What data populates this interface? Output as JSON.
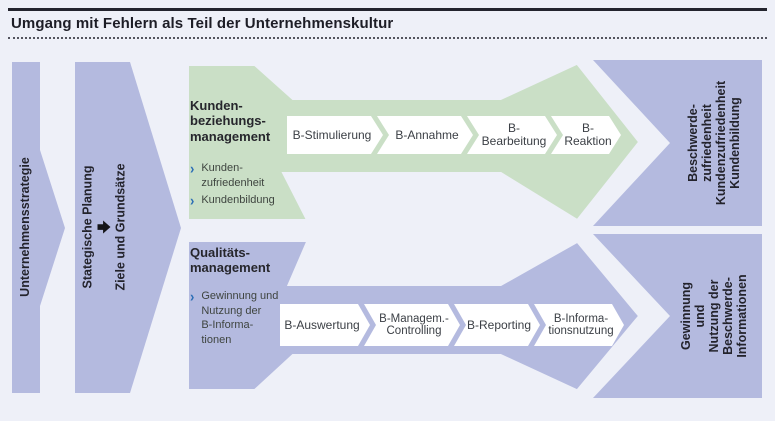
{
  "header": {
    "title": "Umgang mit Fehlern als Teil der Unternehmenskultur"
  },
  "left_bars": {
    "strategy": "Unternehmensstrategie",
    "planning": "Stategische Planung",
    "goals": "Ziele und Grundsätze"
  },
  "crm": {
    "title": "Kunden-\nbeziehungs-\nmanagement",
    "bullet1": "Kunden-\nzufriedenheit",
    "bullet2": "Kundenbildung",
    "steps": [
      "B-Stimulierung",
      "B-Annahme",
      "B-Bearbeitung",
      "B-Reaktion"
    ]
  },
  "qm": {
    "title": "Qualitäts-\nmanagement",
    "bullet1": "Gewinnung und\nNutzung der\nB-Informa-\ntionen",
    "steps": [
      "B-Auswertung",
      "B-Managem.-\nControlling",
      "B-Reporting",
      "B-Informa-\ntionsnutzung"
    ]
  },
  "outcomes": {
    "customer": "Beschwerde-\nzufriedenheit\nKundenzufriedenheit\nKundenbildung",
    "information": "Gewinnung und\nNutzung der\nBeschwerde-\nInformationen"
  },
  "icons": {
    "bullet_chevron": "›"
  },
  "colors": {
    "background": "#eef0f8",
    "purple": "#b4badf",
    "green": "#cadfc6",
    "step_white": "#ffffff",
    "bullet_blue": "#2a6db5",
    "rule_dark": "#23242e"
  }
}
